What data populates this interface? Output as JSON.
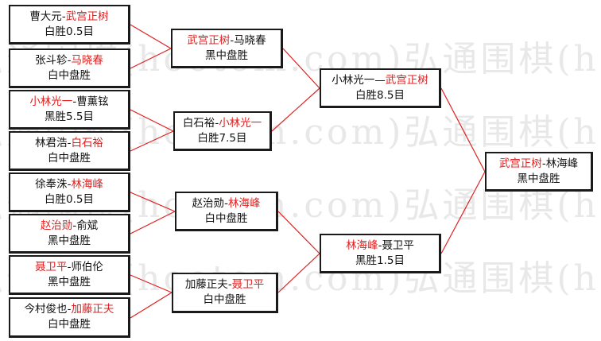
{
  "watermark": "弘通围棋(hootom.com)弘通围棋(hootom.com)弘通",
  "colors": {
    "winner": "#e02020",
    "text": "#111111",
    "connector": "#e02020",
    "border": "#1a1a1a"
  },
  "round1": [
    {
      "p1": "曹大元",
      "sep": "-",
      "p2": "武宫正树",
      "winner": 2,
      "result": "白胜0.5目"
    },
    {
      "p1": "张斗轸",
      "sep": "-",
      "p2": "马晓春",
      "winner": 2,
      "result": "白中盘胜"
    },
    {
      "p1": "小林光一",
      "sep": "-",
      "p2": "曹薰铉",
      "winner": 1,
      "result": "黑胜5.5目"
    },
    {
      "p1": "林君浩",
      "sep": "-",
      "p2": "白石裕",
      "winner": 2,
      "result": "白中盘胜"
    },
    {
      "p1": "徐奉洙",
      "sep": "-",
      "p2": "林海峰",
      "winner": 2,
      "result": "白胜0.5目"
    },
    {
      "p1": "赵治勋",
      "sep": "-",
      "p2": "俞斌",
      "winner": 1,
      "result": "黑中盘胜"
    },
    {
      "p1": "聂卫平",
      "sep": "-",
      "p2": "师伯伦",
      "winner": 1,
      "result": "黑中盘胜"
    },
    {
      "p1": "今村俊也",
      "sep": "-",
      "p2": "加藤正夫",
      "winner": 2,
      "result": "白中盘胜"
    }
  ],
  "round2": [
    {
      "p1": "武宫正树",
      "sep": "-",
      "p2": "马晓春",
      "winner": 1,
      "result": "黑中盘胜"
    },
    {
      "p1": "白石裕",
      "sep": "-",
      "p2": "小林光一",
      "winner": 2,
      "result": "白胜7.5目"
    },
    {
      "p1": "赵治勋",
      "sep": "-",
      "p2": "林海峰",
      "winner": 2,
      "result": "白中盘胜"
    },
    {
      "p1": "加藤正夫",
      "sep": "-",
      "p2": "聂卫平",
      "winner": 2,
      "result": "白中盘胜"
    }
  ],
  "semis": [
    {
      "p1": "小林光一",
      "sep": "—",
      "p2": "武宫正树",
      "winner": 2,
      "result": "白胜8.5目"
    },
    {
      "p1": "林海峰",
      "sep": "-",
      "p2": "聂卫平",
      "winner": 1,
      "result": "黑胜1.5目"
    }
  ],
  "final": [
    {
      "p1": "武宫正树",
      "sep": "-",
      "p2": "林海峰",
      "winner": 1,
      "result": "黑中盘胜"
    }
  ]
}
